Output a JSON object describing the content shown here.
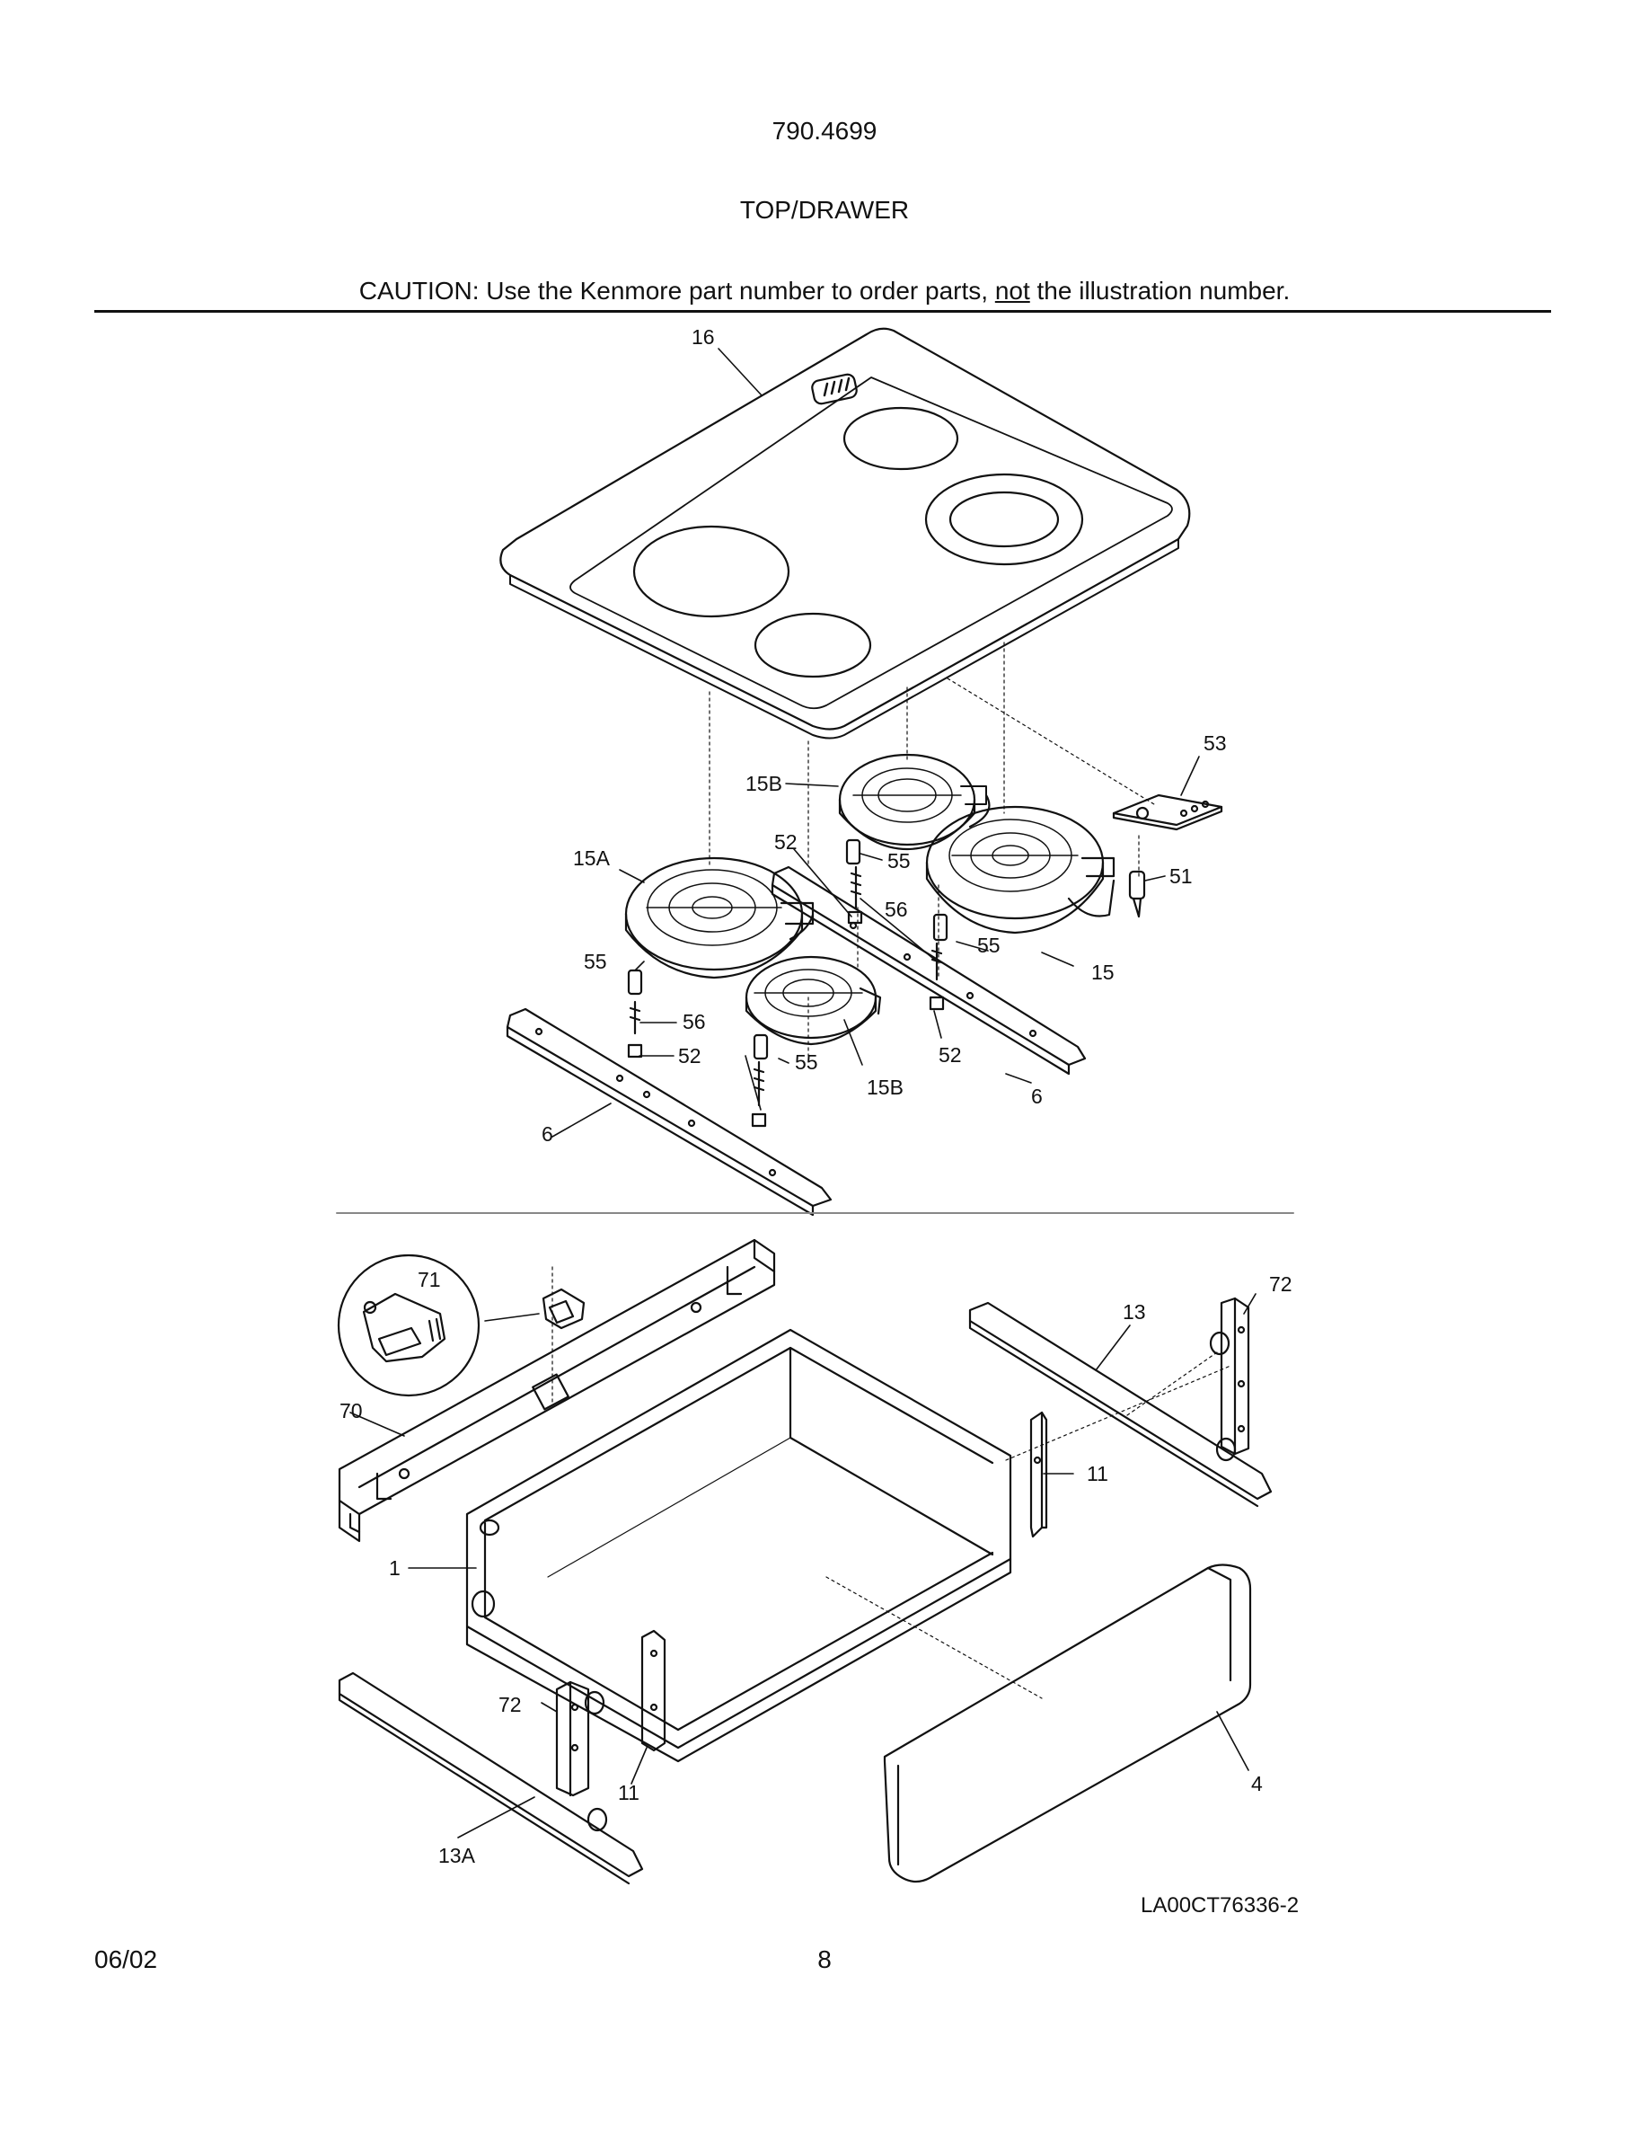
{
  "header": {
    "model": "790.4699",
    "section": "TOP/DRAWER",
    "caution_prefix": "CAUTION: Use the Kenmore part number to order parts, ",
    "caution_emphasis": "not",
    "caution_suffix": " the illustration number."
  },
  "callouts": {
    "c16": "16",
    "c53": "53",
    "c15b_top": "15B",
    "c52_top": "52",
    "c55_a": "55",
    "c15a": "15A",
    "c56_a": "56",
    "c51": "51",
    "c55_b": "55",
    "c15": "15",
    "c55_c": "55",
    "c56_b": "56",
    "c52_mid": "52",
    "c55_d": "55",
    "c52_right": "52",
    "c15b_bot": "15B",
    "c6_right": "6",
    "c6_left": "6",
    "c71": "71",
    "c72_top": "72",
    "c13": "13",
    "c70": "70",
    "c11_right": "11",
    "c1": "1",
    "c72_bot": "72",
    "c11_bot": "11",
    "c4": "4",
    "c13a": "13A"
  },
  "figure_ref": "LA00CT76336-2",
  "footer": {
    "date": "06/02",
    "page": "8"
  }
}
